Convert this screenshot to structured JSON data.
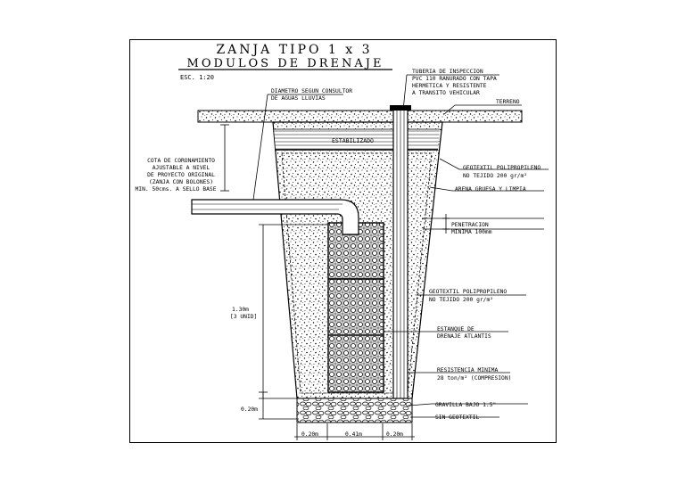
{
  "drawing": {
    "title_line1": "ZANJA TIPO 1 x 3",
    "title_line2": "MODULOS DE DRENAJE",
    "scale": "ESC. 1:20"
  },
  "labels": {
    "diametro_1": "DIAMETRO SEGUN CONSULTOR",
    "diametro_2": "DE AGUAS LLUVIAS",
    "tuberia_1": "TUBERIA DE INSPECCION",
    "tuberia_2": "PVC 110 RANURADO CON TAPA",
    "tuberia_3": "HERMETICA Y RESISTENTE",
    "tuberia_4": "A TRANSITO VEHICULAR",
    "terreno": "TERRENO",
    "estabilizado": "ESTABILIZADO",
    "cota_1": "COTA DE CORONAMIENTO",
    "cota_2": "AJUSTABLE A NIVEL",
    "cota_3": "DE PROYECTO ORIGINAL",
    "cota_4": "(ZANJA CON BOLONES)",
    "cota_5": "MIN. 50cms. A SELLO BASE",
    "geotextil_top_1": "GEOTEXTIL POLIPROPILENO",
    "geotextil_top_2": "NO TEJIDO 200 gr/m²",
    "arena": "ARENA GRUESA Y LIMPIA",
    "penetracion_1": "PENETRACION",
    "penetracion_2": "MINIMA 100mm",
    "geotextil_mid_1": "GEOTEXTIL POLIPROPILENO",
    "geotextil_mid_2": "NO TEJIDO 200 gr/m²",
    "estanque_1": "ESTANQUE DE",
    "estanque_2": "DRENAJE ATLANTIS",
    "resistencia_1": "RESISTENCIA MINIMA",
    "resistencia_2": "28 ton/m² (COMPRESION)",
    "gravilla": "GRAVILLA BAJO 1.5\"",
    "sin_geotextil": "SIN GEOTEXTIL"
  },
  "dimensions": {
    "height_1": "1.30m",
    "height_2": "[3 UNID]",
    "base": "0.20m",
    "bottom_left": "0.20m",
    "bottom_mid": "0.41m",
    "bottom_right": "0.20m"
  },
  "colors": {
    "line": "#000000",
    "paper": "#ffffff"
  }
}
